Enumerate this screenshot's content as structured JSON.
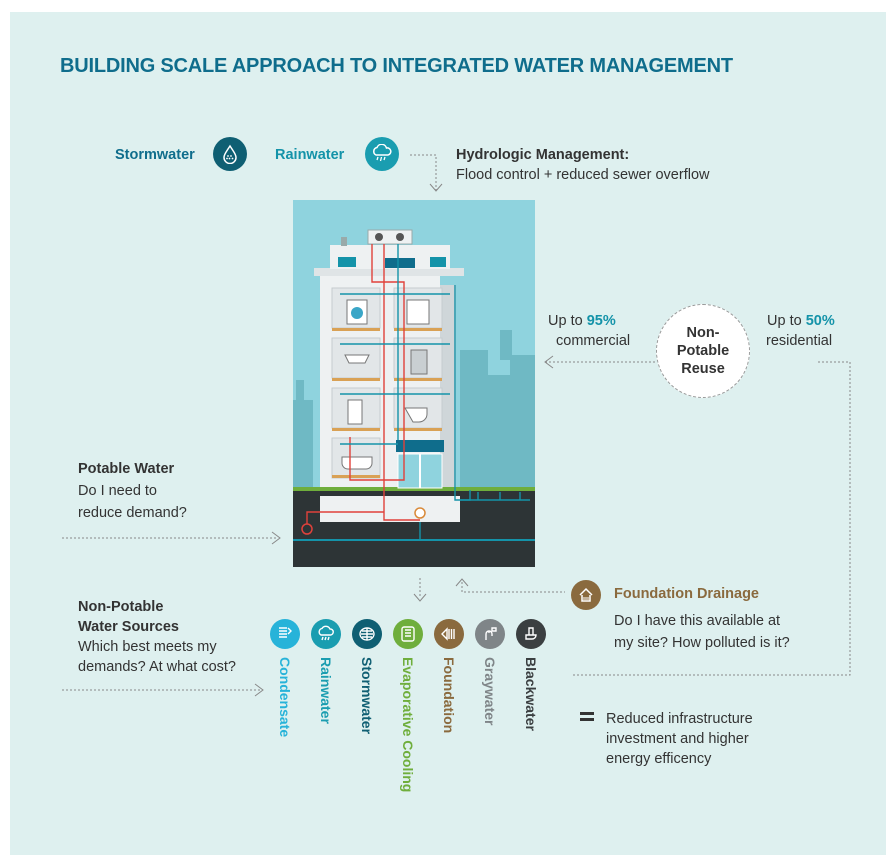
{
  "title": "BUILDING SCALE APPROACH TO INTEGRATED WATER MANAGEMENT",
  "top": {
    "stormwater": "Stormwater",
    "rainwater": "Rainwater",
    "hydrologic_title": "Hydrologic Management:",
    "hydrologic_text": "Flood control + reduced sewer overflow"
  },
  "reuse": {
    "left_prefix": "Up to ",
    "left_pct": "95%",
    "left_label": "commercial",
    "right_prefix": "Up to ",
    "right_pct": "50%",
    "right_label": "residential",
    "circle_line1": "Non-",
    "circle_line2": "Potable",
    "circle_line3": "Reuse"
  },
  "potable": {
    "title": "Potable Water",
    "line1": "Do I need to",
    "line2": "reduce demand?"
  },
  "nonpotable": {
    "title1": "Non-Potable",
    "title2": "Water Sources",
    "line1": "Which best meets my",
    "line2": "demands? At what cost?"
  },
  "foundation": {
    "title": "Foundation Drainage",
    "line1": "Do I have this available at",
    "line2": "my site? How polluted is it?"
  },
  "sources": [
    {
      "label": "Condensate",
      "color": "#27b3d9",
      "icon": "condensate-icon"
    },
    {
      "label": "Rainwater",
      "color": "#1a9db0",
      "icon": "rainwater-icon"
    },
    {
      "label": "Stormwater",
      "color": "#0f5f73",
      "icon": "stormwater-icon"
    },
    {
      "label": "Evaporative Cooling",
      "color": "#6fae3c",
      "icon": "evaporative-cooling-icon"
    },
    {
      "label": "Foundation",
      "color": "#8a6a3e",
      "icon": "foundation-icon"
    },
    {
      "label": "Graywater",
      "color": "#7f8588",
      "icon": "graywater-icon"
    },
    {
      "label": "Blackwater",
      "color": "#3b3f41",
      "icon": "blackwater-icon"
    }
  ],
  "result": {
    "symbol": "=",
    "line1": "Reduced infrastructure",
    "line2": "investment and higher",
    "line3": "energy efficency"
  },
  "colors": {
    "accent": "#0f6d8c",
    "teal": "#1493a9",
    "brown": "#8a6a3e",
    "sky": "#8fd3de",
    "ground": "#2d3436"
  }
}
